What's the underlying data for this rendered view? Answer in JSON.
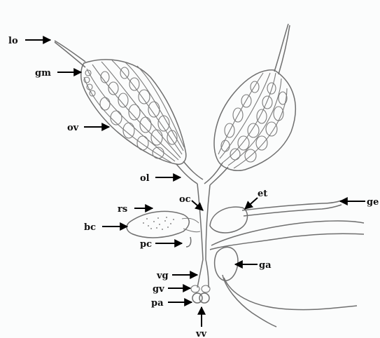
{
  "labels": {
    "lo": "lo",
    "gm": "gm",
    "ov": "ov",
    "ol": "ol",
    "rs": "rs",
    "bc": "bc",
    "pc": "pc",
    "oc": "oc",
    "et": "et",
    "ge": "ge",
    "ga": "ga",
    "vg": "vg",
    "gv": "gv",
    "pa": "pa",
    "vv": "vv"
  },
  "colors": {
    "background": "#fbfcfc",
    "outline": "#6f6f6f",
    "fill": "#d9dadb",
    "label": "#111111",
    "arrow": "#000000"
  }
}
